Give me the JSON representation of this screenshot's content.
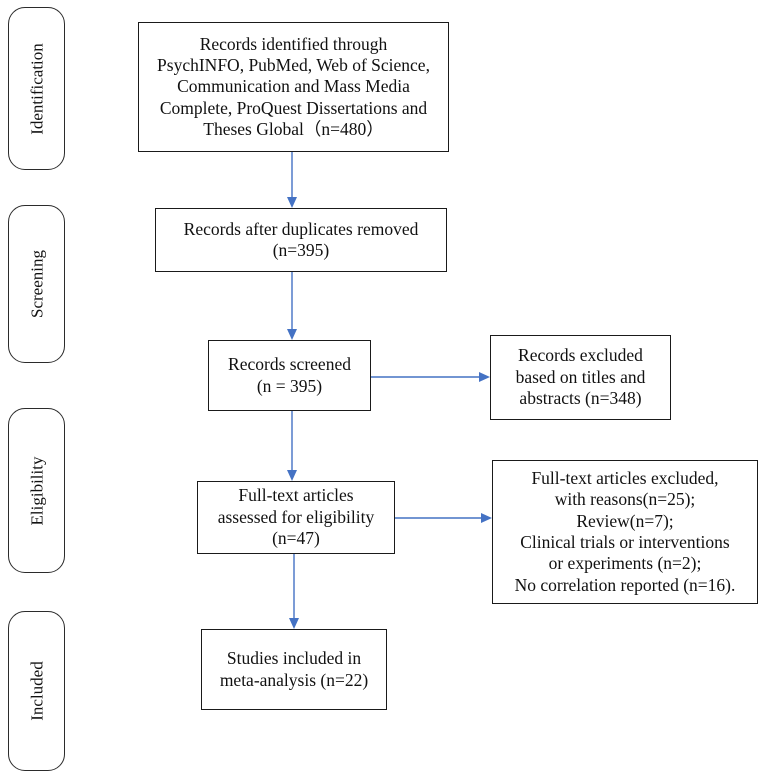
{
  "stages": {
    "identification": "Identification",
    "screening": "Screening",
    "eligibility": "Eligibility",
    "included": "Included"
  },
  "boxes": {
    "identified": [
      "Records identified through",
      "PsychINFO, PubMed, Web of Science,",
      "Communication and Mass Media",
      "Complete, ProQuest Dissertations and",
      "Theses Global（n=480）"
    ],
    "duplicates_removed": [
      "Records after duplicates removed",
      "(n=395)"
    ],
    "screened": [
      "Records screened",
      "(n = 395)"
    ],
    "excluded_titles": [
      "Records excluded",
      "based on titles and",
      "abstracts (n=348)"
    ],
    "fulltext_assessed": [
      "Full-text articles",
      "assessed for eligibility",
      "(n=47)"
    ],
    "fulltext_excluded": [
      "Full-text articles excluded,",
      "with reasons(n=25);",
      "Review(n=7);",
      "Clinical trials or interventions",
      "or experiments (n=2);",
      "No correlation reported (n=16)."
    ],
    "included": [
      "Studies included in",
      "meta-analysis (n=22)"
    ]
  },
  "colors": {
    "arrow": "#4472c4",
    "border": "#1a1a1a"
  }
}
